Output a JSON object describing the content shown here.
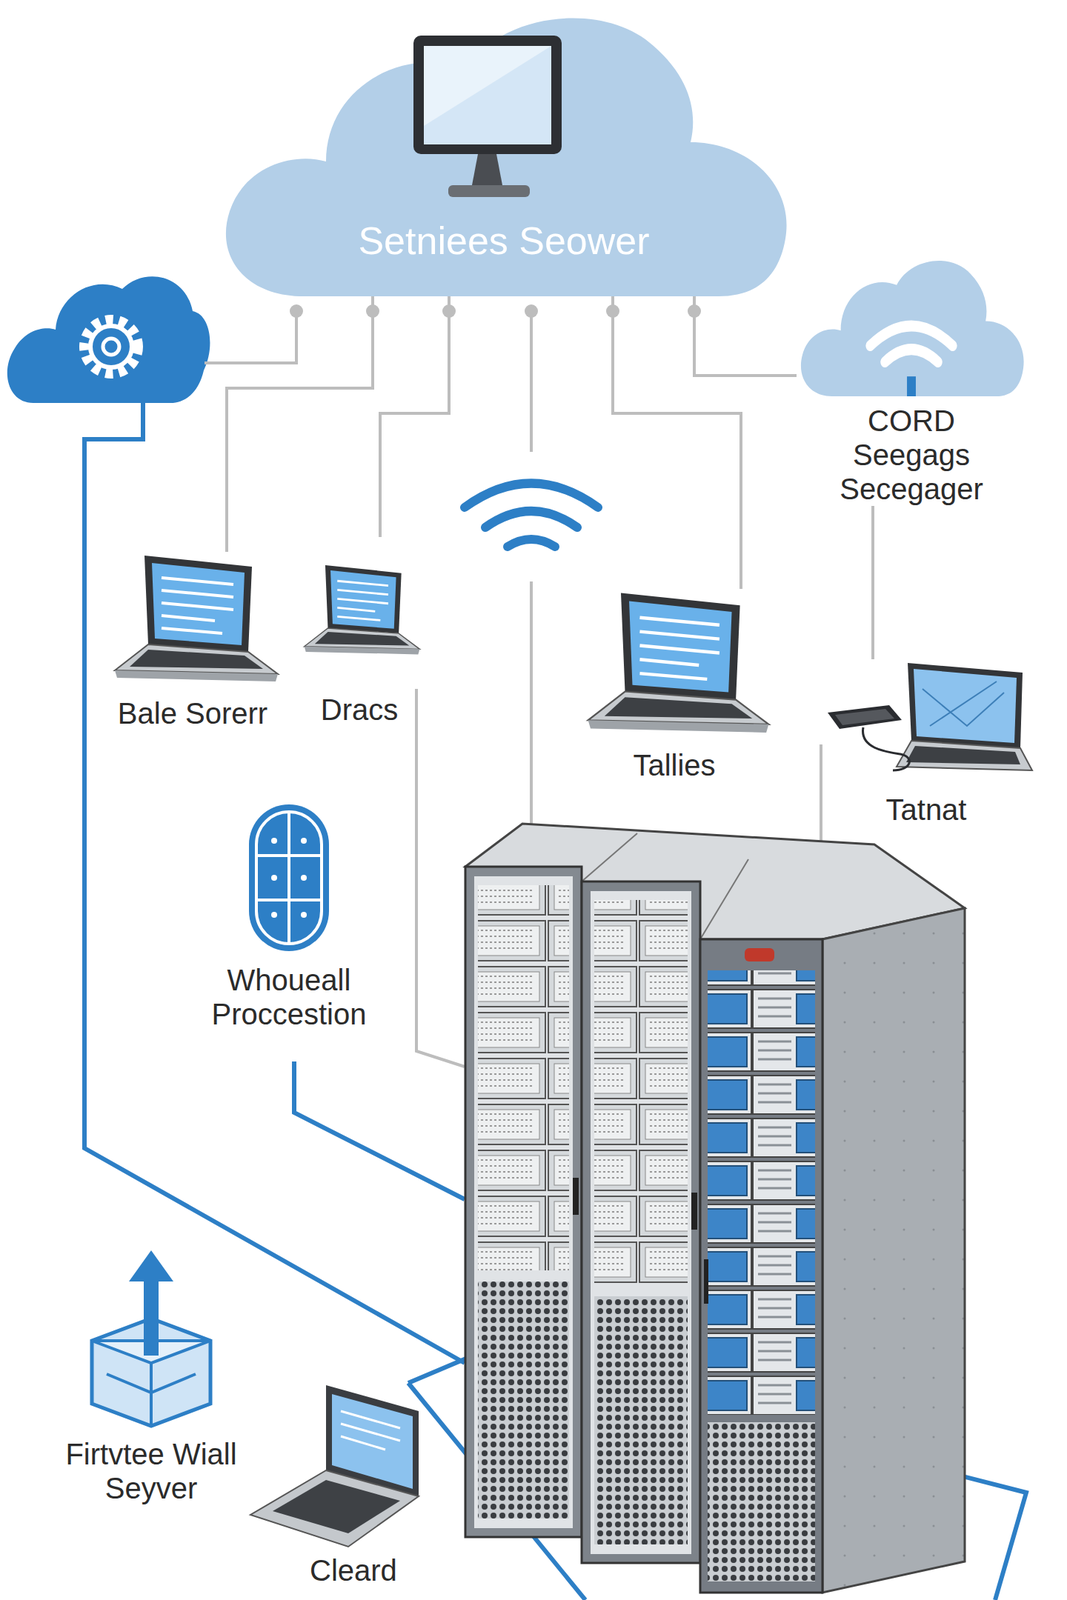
{
  "diagram": {
    "nodes": [
      {
        "text": [
          "Setniees Seower"
        ]
      },
      {
        "text": [
          "CORD Seegags Secegager"
        ]
      },
      {
        "text": [
          "Bale Sorerr"
        ]
      },
      {
        "text": [
          "Dracs"
        ]
      },
      {
        "text": [
          "Tallies"
        ]
      },
      {
        "text": [
          "Tatnat"
        ]
      },
      {
        "text": [
          "Whoueall Proccestion"
        ]
      },
      {
        "text": [
          "Firtvtee Wiall Seyver"
        ]
      }
    ],
    "edges": [
      {
        "from": 0,
        "to": 1,
        "arrow": "none"
      },
      {
        "from": 0,
        "to": 2,
        "arrow": "none"
      },
      {
        "from": 0,
        "to": 3,
        "arrow": "none"
      },
      {
        "from": 0,
        "to": 4,
        "arrow": "none"
      },
      {
        "from": 1,
        "to": 5,
        "arrow": "none"
      }
    ],
    "labels": [
      "Cleard"
    ]
  }
}
